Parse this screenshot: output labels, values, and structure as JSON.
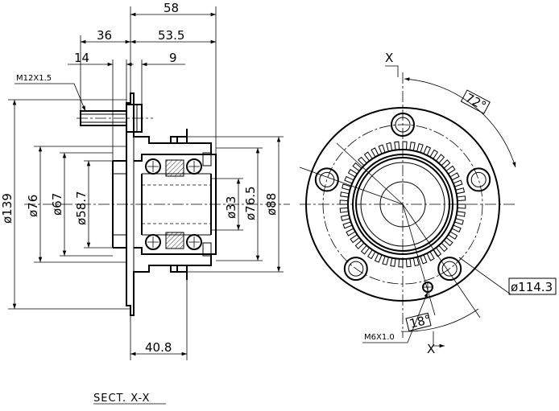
{
  "dimensions": {
    "top_58": "58",
    "top_36": "36",
    "top_53_5": "53.5",
    "top_14": "14",
    "top_9": "9",
    "thread_stud": "M12X1.5",
    "dia_139": "ø139",
    "dia_76": "ø76",
    "dia_67": "ø67",
    "dia_58_7": "ø58.7",
    "dia_33": "ø33",
    "dia_76_5": "ø76.5",
    "dia_88": "ø88",
    "bottom_40_8": "40.8",
    "angle_72": "72°",
    "angle_18": "18°",
    "pcd_114_3": "ø114.3",
    "thread_sensor": "M6X1.0",
    "section_mark_top": "X",
    "section_mark_bottom": "X"
  },
  "caption": "SECT. X-X"
}
